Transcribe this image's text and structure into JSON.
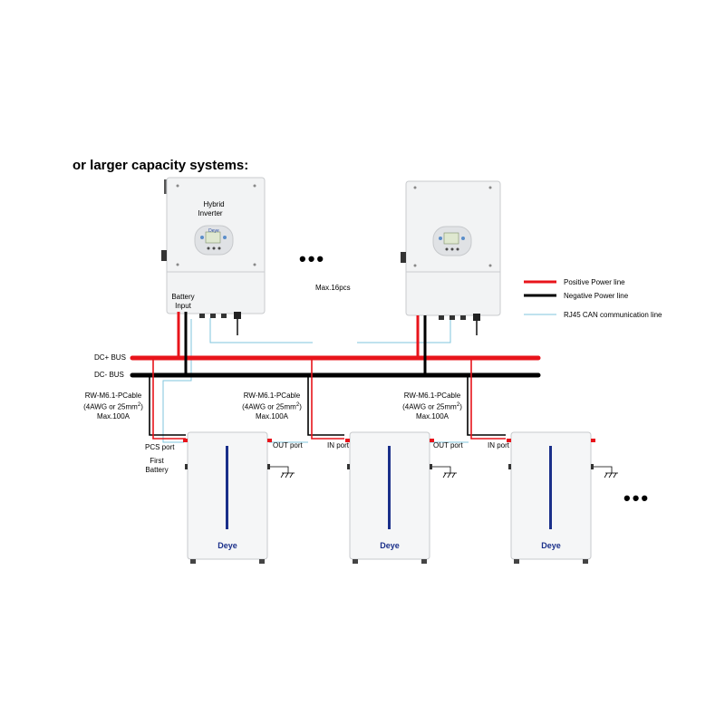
{
  "heading": "or larger capacity systems:",
  "inverter": {
    "name_line1": "Hybrid",
    "name_line2": "Inverter",
    "brand": "Deye",
    "battery_input_line1": "Battery",
    "battery_input_line2": "Input"
  },
  "max_inverters": "Max.16pcs",
  "ellipsis": "•••",
  "bus": {
    "dc_plus": "DC+ BUS",
    "dc_minus": "DC- BUS"
  },
  "cable": {
    "line1": "RW-M6.1-PCable",
    "line2_pre": "(4AWG or 25mm",
    "line2_sup": "2",
    "line2_post": ")",
    "line3": "Max.100A"
  },
  "ports": {
    "pcs": "PCS port",
    "out": "OUT port",
    "in": "IN port"
  },
  "first_battery_line1": "First",
  "first_battery_line2": "Battery",
  "battery_brand": "Deye",
  "legend": [
    {
      "label": "Positive Power line",
      "color": "#e8141b"
    },
    {
      "label": "Negative Power line",
      "color": "#000000"
    },
    {
      "label": "RJ45 CAN communication line",
      "color": "#7fc6dc"
    }
  ],
  "colors": {
    "positive": "#e8141b",
    "negative": "#000000",
    "can": "#7fc6dc",
    "battery_stripe": "#1a2f8a"
  }
}
